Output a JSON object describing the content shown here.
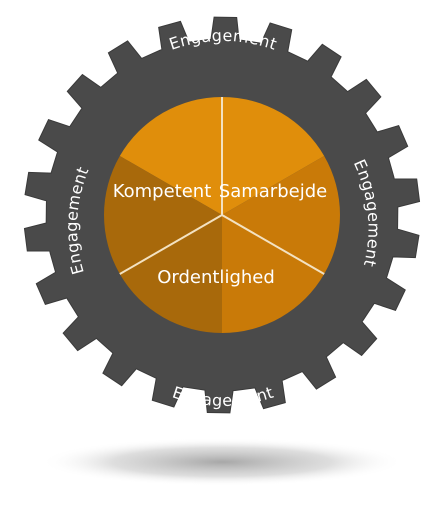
{
  "diagram": {
    "ring_labels": {
      "top": "Engagement",
      "left": "Engagement",
      "right": "Engagement",
      "bottom": "Engagement"
    },
    "segments": [
      {
        "label": "Kompetent",
        "color": "#E08E0B"
      },
      {
        "label": "Samarbejde",
        "color": "#C97A08"
      },
      {
        "label": "Ordentlighed",
        "color": "#A8690B"
      }
    ],
    "colors": {
      "gear": "#4A4A4A",
      "gear_edge": "#3A3A3A",
      "divider": "#F3E2C2",
      "shadow": "#9A9A9A"
    }
  }
}
